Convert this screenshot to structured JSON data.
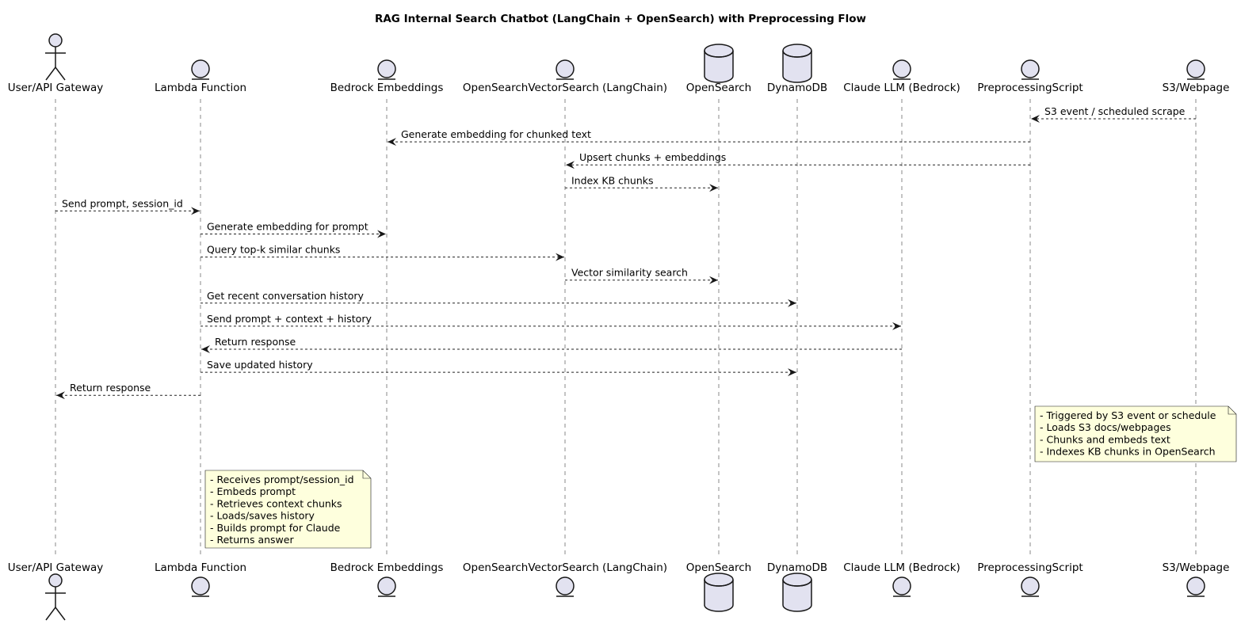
{
  "diagram": {
    "title": "RAG Internal Search Chatbot (LangChain + OpenSearch) with Preprocessing Flow",
    "participants": [
      {
        "id": "user",
        "label": "User/API Gateway",
        "shape": "actor"
      },
      {
        "id": "lambda",
        "label": "Lambda Function",
        "shape": "entity"
      },
      {
        "id": "bedrock",
        "label": "Bedrock Embeddings",
        "shape": "entity"
      },
      {
        "id": "osvs",
        "label": "OpenSearchVectorSearch (LangChain)",
        "shape": "entity"
      },
      {
        "id": "opensearch",
        "label": "OpenSearch",
        "shape": "database"
      },
      {
        "id": "dynamodb",
        "label": "DynamoDB",
        "shape": "database"
      },
      {
        "id": "claude",
        "label": "Claude LLM (Bedrock)",
        "shape": "entity"
      },
      {
        "id": "preproc",
        "label": "PreprocessingScript",
        "shape": "entity"
      },
      {
        "id": "s3",
        "label": "S3/Webpage",
        "shape": "entity"
      }
    ],
    "messages": [
      {
        "from": "s3",
        "to": "preproc",
        "label": "S3 event / scheduled scrape"
      },
      {
        "from": "preproc",
        "to": "bedrock",
        "label": "Generate embedding for chunked text"
      },
      {
        "from": "preproc",
        "to": "osvs",
        "label": "Upsert chunks + embeddings"
      },
      {
        "from": "osvs",
        "to": "opensearch",
        "label": "Index KB chunks"
      },
      {
        "from": "user",
        "to": "lambda",
        "label": "Send prompt, session_id"
      },
      {
        "from": "lambda",
        "to": "bedrock",
        "label": "Generate embedding for prompt"
      },
      {
        "from": "lambda",
        "to": "osvs",
        "label": "Query top-k similar chunks"
      },
      {
        "from": "osvs",
        "to": "opensearch",
        "label": "Vector similarity search"
      },
      {
        "from": "lambda",
        "to": "dynamodb",
        "label": "Get recent conversation history"
      },
      {
        "from": "lambda",
        "to": "claude",
        "label": "Send prompt + context + history"
      },
      {
        "from": "claude",
        "to": "lambda",
        "label": "Return response"
      },
      {
        "from": "lambda",
        "to": "dynamodb",
        "label": "Save updated history"
      },
      {
        "from": "lambda",
        "to": "user",
        "label": "Return response"
      }
    ],
    "notes": [
      {
        "over": "preproc",
        "lines": [
          "- Triggered by S3 event or schedule",
          "- Loads S3 docs/webpages",
          "- Chunks and embeds text",
          "- Indexes KB chunks in OpenSearch"
        ]
      },
      {
        "over": "lambda",
        "lines": [
          "- Receives prompt/session_id",
          "- Embeds prompt",
          "- Retrieves context chunks",
          "- Loads/saves history",
          "- Builds prompt for Claude",
          "- Returns answer"
        ]
      }
    ],
    "colors": {
      "participant_fill": "#e2e2f0",
      "note_fill": "#feffdd",
      "border": "#181818"
    }
  }
}
